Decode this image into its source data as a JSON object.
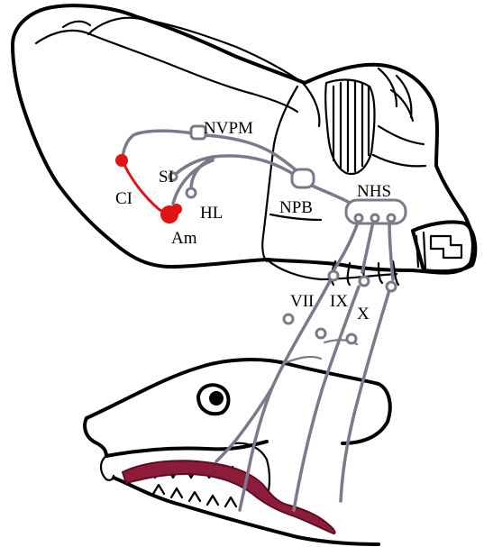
{
  "labels": {
    "nvpm": "NVPM",
    "si": "SI",
    "ci": "CI",
    "hl": "HL",
    "am": "Am",
    "npb": "NPB",
    "nhs": "NHS",
    "vii": "VII",
    "ix": "IX",
    "x": "X"
  },
  "colors": {
    "pathway": "#7a7a8a",
    "highlight": "#e01414",
    "tongue": "#8c1c3a",
    "outline": "#000000"
  }
}
